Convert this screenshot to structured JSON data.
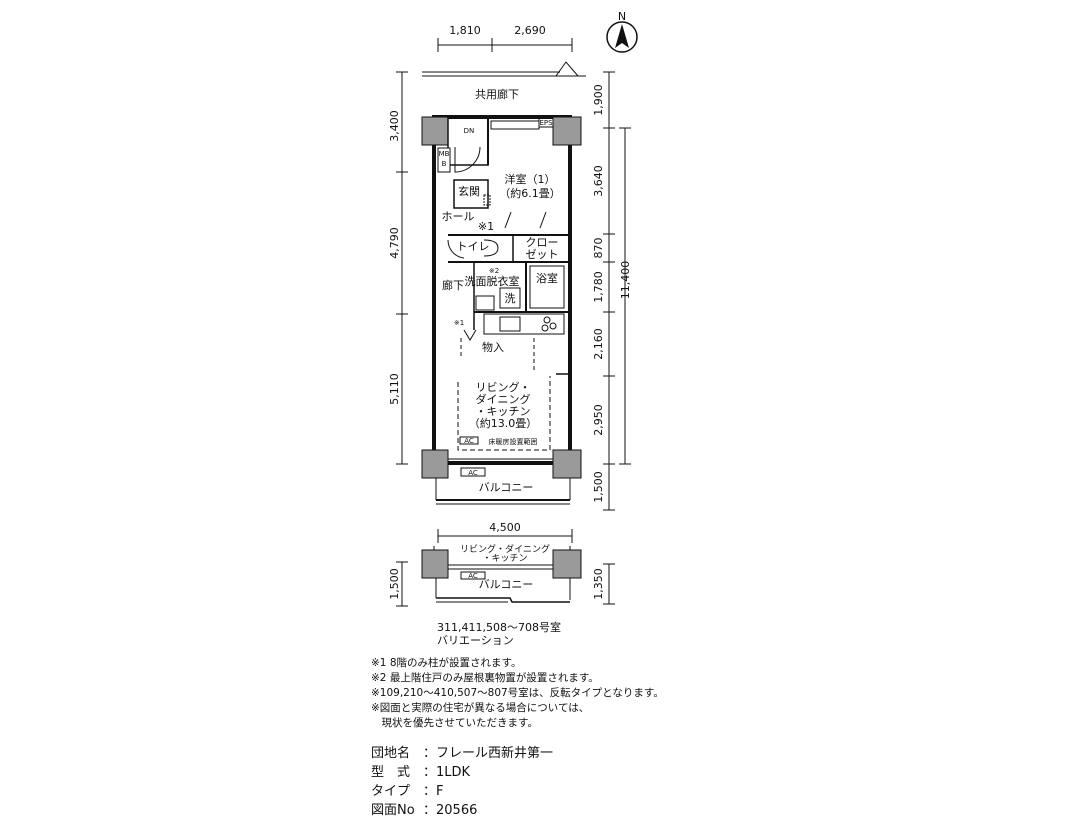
{
  "compass": {
    "label": "N"
  },
  "top_dims": [
    "1,810",
    "2,690"
  ],
  "left_dims": [
    "3,400",
    "4,790",
    "5,110"
  ],
  "right_dims_inner": [
    "1,900",
    "3,640",
    "870",
    "1,780",
    "2,160",
    "2,950",
    "1,500"
  ],
  "right_dim_total": "11,400",
  "rooms": {
    "corridor": "共用廊下",
    "dn": "DN",
    "eps": "EPS",
    "mb": "MB",
    "b": "B",
    "genkan": "玄関",
    "western_room_1": "洋室（1）",
    "western_room_1_size": "（約6.1畳）",
    "hall": "ホール",
    "note_mark_1": "※1",
    "toilet": "トイレ",
    "closet_1": "クロー",
    "closet_2": "ゼット",
    "note_mark_2": "※2",
    "washroom": "洗面脱衣室",
    "bathroom": "浴室",
    "wash": "洗",
    "hallway": "廊下",
    "note_mark_1b": "※1",
    "storage": "物入",
    "ldk_1": "リビング・",
    "ldk_2": "ダイニング",
    "ldk_3": "・キッチン",
    "ldk_size": "（約13.0畳）",
    "ac": "AC",
    "floor_heating": "床暖房設置範囲",
    "balcony": "バルコニー"
  },
  "variation": {
    "width_dim": "4,500",
    "ldk_label_1": "リビング・ダイニング",
    "ldk_label_2": "・キッチン",
    "ac": "AC",
    "balcony": "バルコニー",
    "left_dim": "1,500",
    "right_dim": "1,350",
    "caption_1": "311,411,508～708号室",
    "caption_2": "バリエーション"
  },
  "notes": [
    "※1 8階のみ柱が設置されます。",
    "※2 最上階住戸のみ屋根裏物置が設置されます。",
    "※109,210～410,507～807号室は、反転タイプとなります。",
    "※図面と実際の住宅が異なる場合については、",
    "　現状を優先させていただきます。"
  ],
  "info": {
    "name_label": "団地名",
    "name_value": "：フレール西新井第一",
    "type_label": "型　式",
    "type_value": "：1LDK",
    "kind_label": "タイプ",
    "kind_value": "：F",
    "drawing_label": "図面No",
    "drawing_value": "：20566"
  }
}
